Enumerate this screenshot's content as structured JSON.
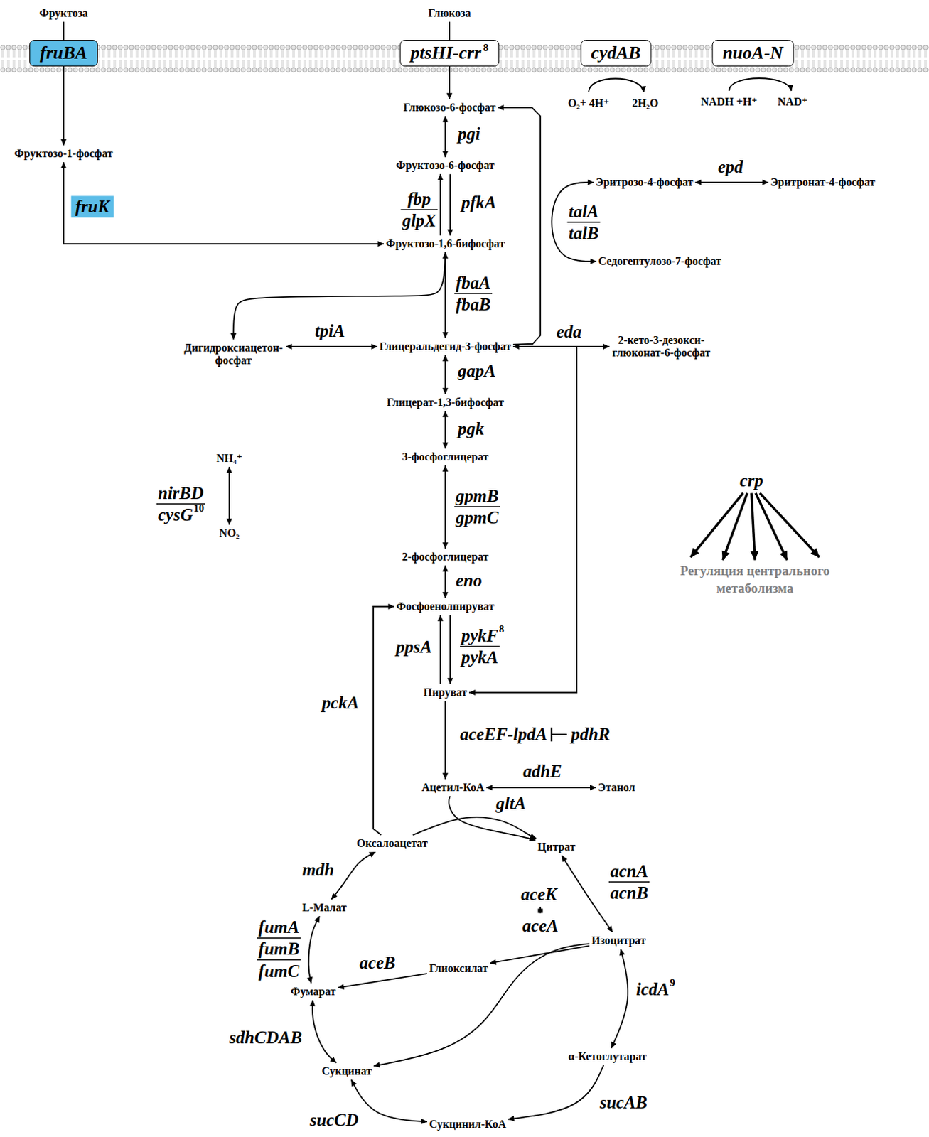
{
  "diagram": {
    "nodes": [
      {
        "text": [
          "Фруктоза"
        ]
      },
      {
        "text": [
          "Глюкоза"
        ]
      },
      {
        "text": [
          "fruBA"
        ]
      },
      {
        "text": [
          "ptsHI-crr",
          "8"
        ]
      },
      {
        "text": [
          "cydAB"
        ]
      },
      {
        "text": [
          "nuoA-N"
        ]
      },
      {
        "text": [
          "Фруктозо-1-фосфат"
        ]
      },
      {
        "text": [
          "Глюкозо-6-фосфат"
        ]
      },
      {
        "text": [
          "Фруктозо-6-фосфат"
        ]
      },
      {
        "text": [
          "Эритрозо-4-фосфат"
        ]
      },
      {
        "text": [
          "Эритронат-4-фосфат"
        ]
      },
      {
        "text": [
          "Фруктозо-1,6-бифосфат"
        ]
      },
      {
        "text": [
          "Седогептулозо-7-фосфат"
        ]
      },
      {
        "text": [
          "Дигидроксиацетон- фосфат"
        ]
      },
      {
        "text": [
          "Глицеральдегид-3-фосфат"
        ]
      },
      {
        "text": [
          "2-кето-3-дезокси- глюконат-6-фосфат"
        ]
      },
      {
        "text": [
          "Глицерат-1,3-бифосфат"
        ]
      },
      {
        "text": [
          "3-фосфоглицерат"
        ]
      },
      {
        "text": [
          "NH₄⁺"
        ]
      },
      {
        "text": [
          "NO₂"
        ]
      },
      {
        "text": [
          "2-фосфоглицерат"
        ]
      },
      {
        "text": [
          "Фосфоенолпируват"
        ]
      },
      {
        "text": [
          "Пируват"
        ]
      },
      {
        "text": [
          "Ацетил-КоА"
        ]
      },
      {
        "text": [
          "Этанол"
        ]
      },
      {
        "text": [
          "Оксалоацетат"
        ]
      },
      {
        "text": [
          "Цитрат"
        ]
      },
      {
        "text": [
          "L-Малат"
        ]
      },
      {
        "text": [
          "Изоцитрат"
        ]
      },
      {
        "text": [
          "Глиоксилат"
        ]
      },
      {
        "text": [
          "Фумарат"
        ]
      },
      {
        "text": [
          "α-Кетоглутарат"
        ]
      },
      {
        "text": [
          "Сукцинат"
        ]
      },
      {
        "text": [
          "Сукцинил-КоА"
        ]
      }
    ],
    "edges": [
      {
        "from": 0,
        "to": 2,
        "arrow": "none"
      },
      {
        "from": 2,
        "to": 6,
        "arrow": "to"
      },
      {
        "from": 1,
        "to": 3,
        "arrow": "none"
      },
      {
        "from": 3,
        "to": 7,
        "arrow": "to"
      },
      {
        "from": 6,
        "to": 11,
        "label": "fruK",
        "arrow": "both"
      },
      {
        "from": 7,
        "to": 8,
        "label": "pgi",
        "arrow": "both"
      },
      {
        "from": 8,
        "to": 11,
        "label": "pfkA",
        "arrow": "to"
      },
      {
        "from": 11,
        "to": 8,
        "label": "fbp glpX",
        "arrow": "to"
      },
      {
        "from": 9,
        "to": 10,
        "label": "epd",
        "arrow": "both"
      },
      {
        "from": 9,
        "to": 12,
        "label": "talA talB",
        "arrow": "both"
      },
      {
        "from": 11,
        "to": 14,
        "label": "fbaA fbaB",
        "arrow": "both"
      },
      {
        "from": 11,
        "to": 13,
        "arrow": "to"
      },
      {
        "from": 13,
        "to": 14,
        "label": "tpiA",
        "arrow": "both"
      },
      {
        "from": 14,
        "to": 7,
        "arrow": "to"
      },
      {
        "from": 15,
        "to": 14,
        "label": "eda",
        "arrow": "both"
      },
      {
        "from": 15,
        "to": 22,
        "arrow": "to"
      },
      {
        "from": 14,
        "to": 16,
        "label": "gapA",
        "arrow": "both"
      },
      {
        "from": 16,
        "to": 17,
        "label": "pgk",
        "arrow": "both"
      },
      {
        "from": 18,
        "to": 19,
        "label": "nirBD cysG",
        "arrow": "both"
      },
      {
        "from": 17,
        "to": 20,
        "label": "gpmB gpmC",
        "arrow": "both"
      },
      {
        "from": 20,
        "to": 21,
        "label": "eno",
        "arrow": "both"
      },
      {
        "from": 21,
        "to": 22,
        "label": "pykF pykA",
        "arrow": "to"
      },
      {
        "from": 22,
        "to": 21,
        "label": "ppsA",
        "arrow": "to"
      },
      {
        "from": 22,
        "to": 23,
        "label": "aceEF-lpdA",
        "arrow": "to"
      },
      {
        "from": 23,
        "to": 24,
        "label": "adhE",
        "arrow": "both"
      },
      {
        "from": 23,
        "to": 26,
        "arrow": "to"
      },
      {
        "from": 25,
        "to": 26,
        "label": "gltA",
        "arrow": "to"
      },
      {
        "from": 26,
        "to": 28,
        "label": "acnA acnB",
        "arrow": "both"
      },
      {
        "from": 28,
        "to": 31,
        "label": "icdA",
        "arrow": "both"
      },
      {
        "from": 31,
        "to": 33,
        "label": "sucAB",
        "arrow": "to"
      },
      {
        "from": 33,
        "to": 32,
        "label": "sucCD",
        "arrow": "both"
      },
      {
        "from": 32,
        "to": 30,
        "label": "sdhCDAB",
        "arrow": "both"
      },
      {
        "from": 30,
        "to": 27,
        "label": "fumA fumB fumC",
        "arrow": "both"
      },
      {
        "from": 27,
        "to": 25,
        "label": "mdh",
        "arrow": "both"
      },
      {
        "from": 28,
        "to": 29,
        "arrow": "to"
      },
      {
        "from": 28,
        "to": 32,
        "arrow": "to"
      },
      {
        "from": 29,
        "to": 30,
        "label": "aceB",
        "arrow": "to"
      },
      {
        "from": 25,
        "to": 21,
        "label": "pckA",
        "arrow": "to"
      }
    ],
    "labels": [
      "O₂+ 4H⁺",
      "2H₂O",
      "NADH +H⁺",
      "NAD⁺",
      "crp",
      "10",
      "Регуляция центрального метаболизма",
      "8",
      "pdhR",
      "aceK",
      "aceA",
      "9"
    ]
  }
}
